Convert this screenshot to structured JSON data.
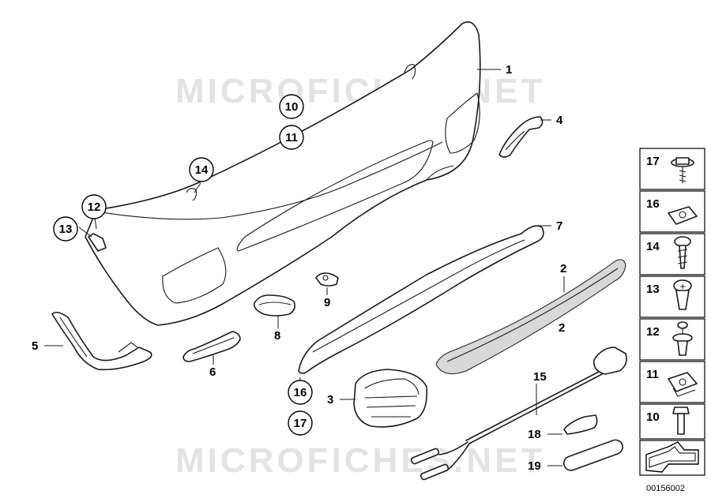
{
  "watermark": "MICROFICHES.NET",
  "diagram_id": "00156002",
  "callouts": {
    "c1": "1",
    "c2": "2",
    "c3": "3",
    "c4": "4",
    "c5": "5",
    "c6": "6",
    "c7": "7",
    "c8": "8",
    "c9": "9",
    "c10": "10",
    "c11": "11",
    "c12": "12",
    "c13": "13",
    "c14": "14",
    "c15": "15",
    "c16": "16",
    "c17": "17",
    "c18": "18",
    "c19": "19"
  },
  "legend": [
    {
      "label": "17",
      "icon": "bolt-washer-icon"
    },
    {
      "label": "16",
      "icon": "clip-nut-icon"
    },
    {
      "label": "14",
      "icon": "screw-icon"
    },
    {
      "label": "13",
      "icon": "plug-rivet-icon"
    },
    {
      "label": "12",
      "icon": "expanding-rivet-icon"
    },
    {
      "label": "11",
      "icon": "clip-nut-icon"
    },
    {
      "label": "10",
      "icon": "hex-bolt-icon"
    },
    {
      "label": "",
      "icon": "arrow-icon"
    }
  ]
}
